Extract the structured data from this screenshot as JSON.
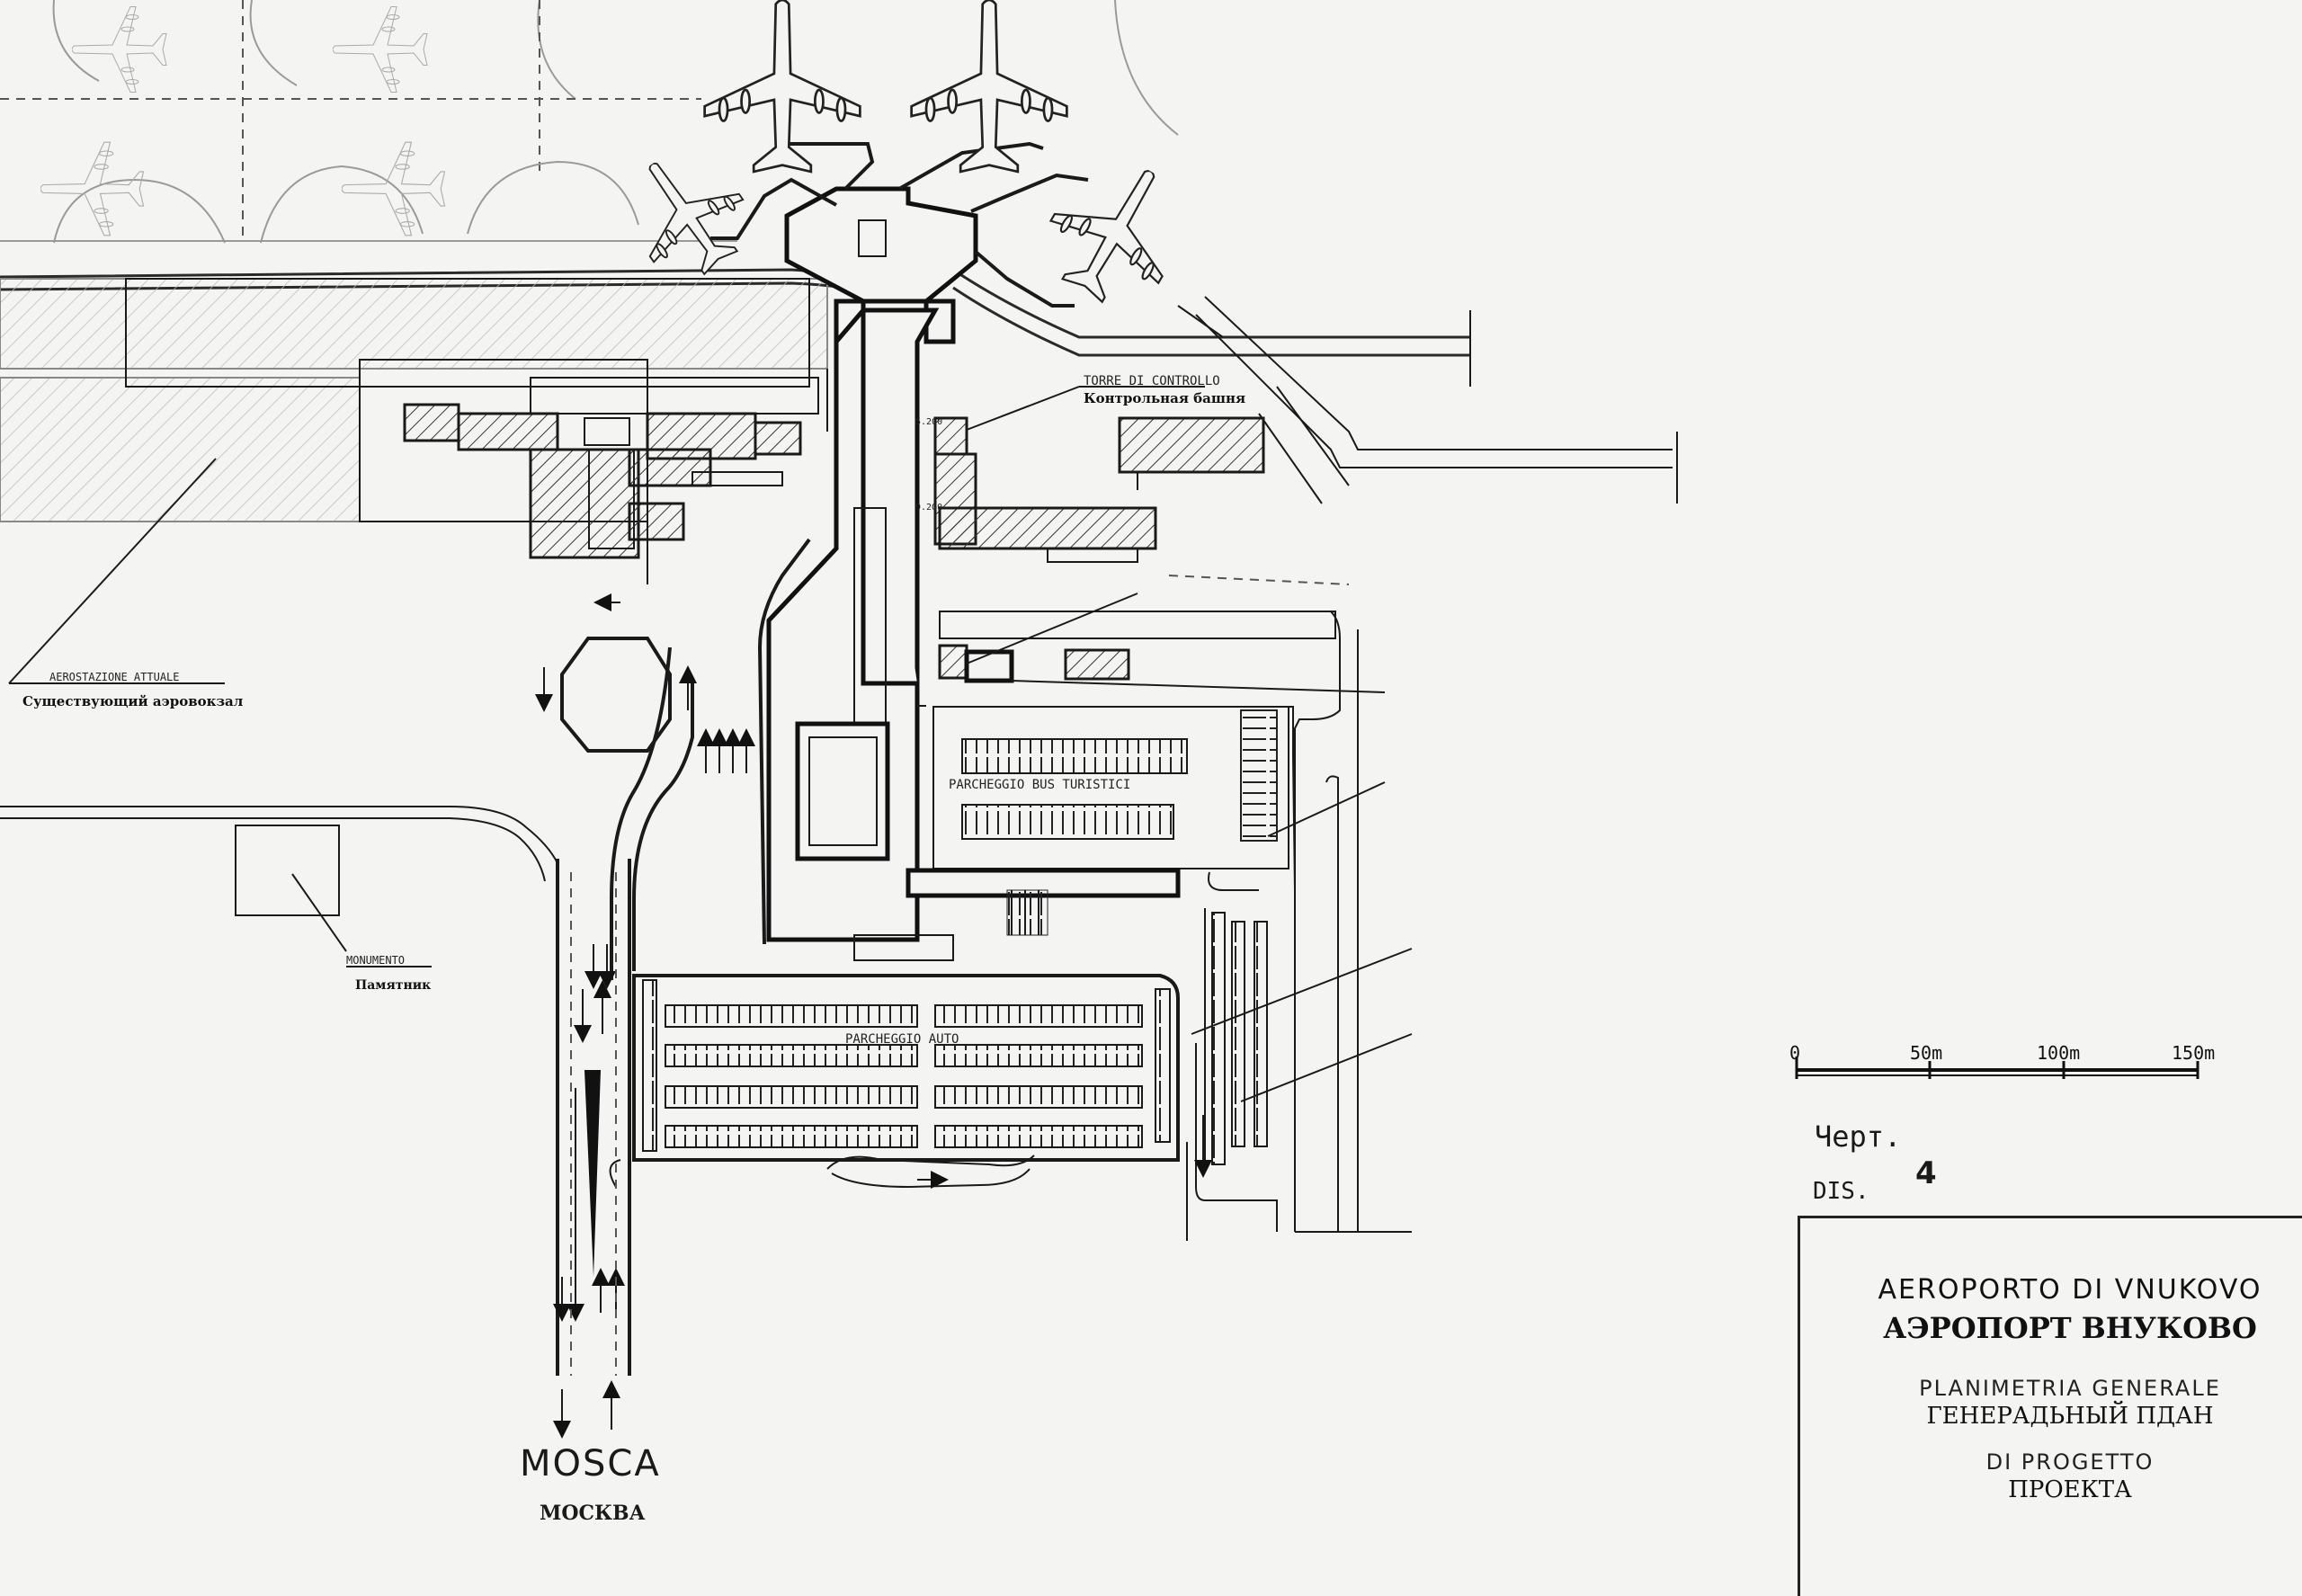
{
  "labels": {
    "control_tower_it": "TORRE DI CONTROLLO",
    "control_tower_ru": "Контрольная башня",
    "existing_terminal_it": "AEROSTAZIONE ATTUALE",
    "existing_terminal_ru": "Существующий аэровокзал",
    "monument_it": "MONUMENTO",
    "monument_ru": "Памятник",
    "bus_parking": "PARCHEGGIO BUS TURISTICI",
    "car_parking": "PARCHEGGIO AUTO",
    "level_a": "5.200",
    "level_b": "9.200"
  },
  "scale_bar": {
    "ticks": [
      "0",
      "50m",
      "100m",
      "150m"
    ]
  },
  "sheet": {
    "label_ru": "Черт.",
    "label_it": "DIS.",
    "number": "4"
  },
  "title_block": {
    "title_it": "AEROPORTO DI VNUKOVO",
    "title_ru": "АЭРОПОРТ ВНУКОВО",
    "subtitle_it_1": "PLANIMETRIA GENERALE",
    "subtitle_ru_1": "ГЕНЕРАДЬНЫЙ ПДАН",
    "subtitle_it_2": "DI PROGETTO",
    "subtitle_ru_2": "ПРОЕКТА"
  },
  "destination": {
    "name_it": "MOSCA",
    "name_ru": "МОСКВА"
  }
}
